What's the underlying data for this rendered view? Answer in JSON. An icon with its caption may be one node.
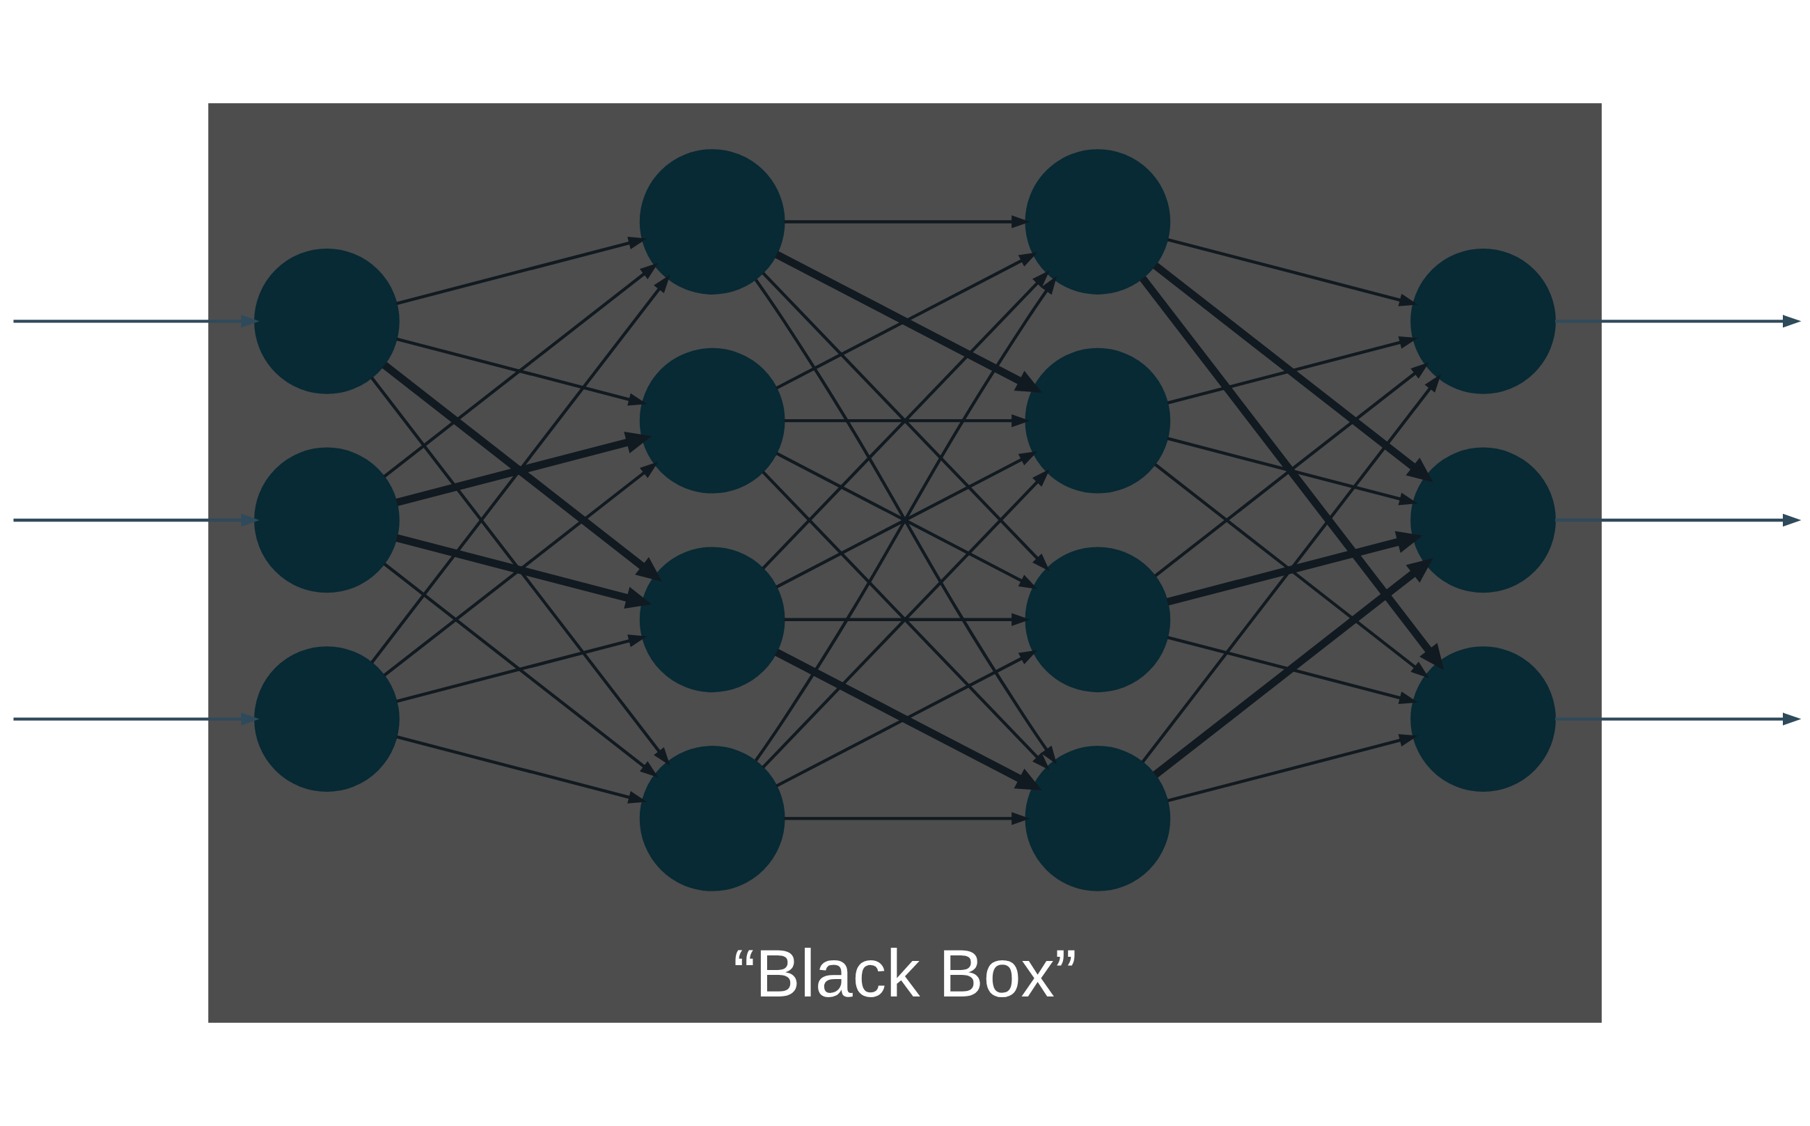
{
  "diagram": {
    "nodes": [
      {
        "text": [
          "“Black Box”"
        ]
      },
      {
        "text": [],
        "shape": "circle",
        "in": 0
      },
      {
        "text": [],
        "shape": "circle",
        "in": 0
      },
      {
        "text": [],
        "shape": "circle",
        "in": 0
      },
      {
        "text": [],
        "shape": "circle",
        "in": 0
      },
      {
        "text": [],
        "shape": "circle",
        "in": 0
      },
      {
        "text": [],
        "shape": "circle",
        "in": 0
      },
      {
        "text": [],
        "shape": "circle",
        "in": 0
      },
      {
        "text": [],
        "shape": "circle",
        "in": 0
      },
      {
        "text": [],
        "shape": "circle",
        "in": 0
      },
      {
        "text": [],
        "shape": "circle",
        "in": 0
      },
      {
        "text": [],
        "shape": "circle",
        "in": 0
      },
      {
        "text": [],
        "shape": "circle",
        "in": 0
      },
      {
        "text": [],
        "shape": "circle",
        "in": 0
      },
      {
        "text": [],
        "shape": "circle",
        "in": 0
      }
    ],
    "edges": [
      {
        "from": null,
        "to": 1,
        "arrow": "to",
        "color": "#2f4a5a"
      },
      {
        "from": null,
        "to": 2,
        "arrow": "to",
        "color": "#2f4a5a"
      },
      {
        "from": null,
        "to": 3,
        "arrow": "to",
        "color": "#2f4a5a"
      },
      {
        "from": 1,
        "to": 4,
        "arrow": "to"
      },
      {
        "from": 1,
        "to": 5,
        "arrow": "to",
        "style": "thick"
      },
      {
        "from": 1,
        "to": 6,
        "arrow": "to"
      },
      {
        "from": 1,
        "to": 7,
        "arrow": "to"
      },
      {
        "from": 2,
        "to": 4,
        "arrow": "to"
      },
      {
        "from": 2,
        "to": 5,
        "arrow": "to",
        "style": "thick"
      },
      {
        "from": 2,
        "to": 6,
        "arrow": "to",
        "style": "thick"
      },
      {
        "from": 2,
        "to": 7,
        "arrow": "to"
      },
      {
        "from": 3,
        "to": 4,
        "arrow": "to"
      },
      {
        "from": 3,
        "to": 5,
        "arrow": "to"
      },
      {
        "from": 3,
        "to": 6,
        "arrow": "to"
      },
      {
        "from": 3,
        "to": 7,
        "arrow": "to"
      },
      {
        "from": 4,
        "to": 8,
        "arrow": "to"
      },
      {
        "from": 4,
        "to": 9,
        "arrow": "to"
      },
      {
        "from": 4,
        "to": 10,
        "arrow": "to"
      },
      {
        "from": 4,
        "to": 11,
        "arrow": "to"
      },
      {
        "from": 5,
        "to": 8,
        "arrow": "to",
        "style": "thick"
      },
      {
        "from": 5,
        "to": 9,
        "arrow": "to"
      },
      {
        "from": 5,
        "to": 10,
        "arrow": "to"
      },
      {
        "from": 5,
        "to": 11,
        "arrow": "to"
      },
      {
        "from": 6,
        "to": 8,
        "arrow": "to"
      },
      {
        "from": 6,
        "to": 9,
        "arrow": "to"
      },
      {
        "from": 6,
        "to": 10,
        "arrow": "to"
      },
      {
        "from": 6,
        "to": 11,
        "arrow": "to"
      },
      {
        "from": 7,
        "to": 8,
        "arrow": "to"
      },
      {
        "from": 7,
        "to": 9,
        "arrow": "to"
      },
      {
        "from": 7,
        "to": 10,
        "arrow": "to",
        "style": "thick"
      },
      {
        "from": 7,
        "to": 11,
        "arrow": "to"
      },
      {
        "from": 8,
        "to": 12,
        "arrow": "to"
      },
      {
        "from": 8,
        "to": 13,
        "arrow": "to",
        "style": "thick"
      },
      {
        "from": 8,
        "to": 14,
        "arrow": "to"
      },
      {
        "from": 9,
        "to": 12,
        "arrow": "to"
      },
      {
        "from": 9,
        "to": 13,
        "arrow": "to",
        "style": "thick"
      },
      {
        "from": 9,
        "to": 14,
        "arrow": "to"
      },
      {
        "from": 10,
        "to": 12,
        "arrow": "to"
      },
      {
        "from": 10,
        "to": 13,
        "arrow": "to"
      },
      {
        "from": 10,
        "to": 14,
        "arrow": "to"
      },
      {
        "from": 11,
        "to": 12,
        "arrow": "to"
      },
      {
        "from": 11,
        "to": 13,
        "arrow": "to",
        "style": "thick"
      },
      {
        "from": 11,
        "to": 14,
        "arrow": "to",
        "style": "thick"
      },
      {
        "from": 12,
        "to": null,
        "arrow": "to",
        "color": "#2f4a5a"
      },
      {
        "from": 13,
        "to": null,
        "arrow": "to",
        "color": "#2f4a5a"
      },
      {
        "from": 14,
        "to": null,
        "arrow": "to",
        "color": "#2f4a5a"
      }
    ]
  }
}
